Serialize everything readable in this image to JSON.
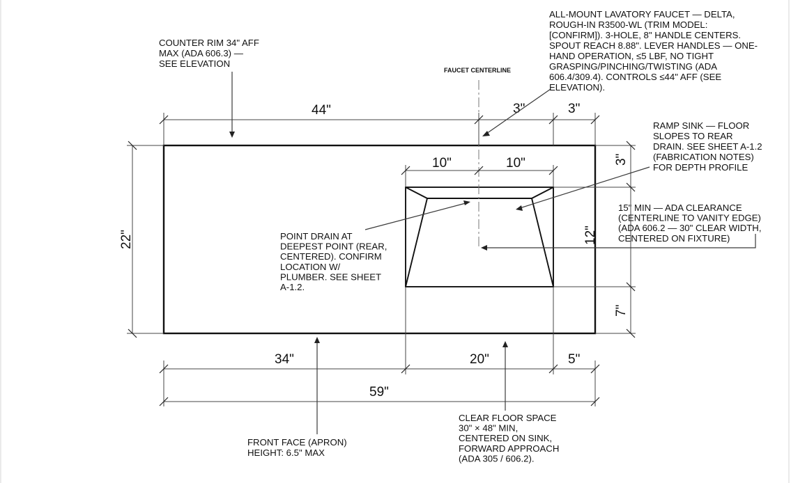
{
  "centerline_label": "FAUCET CENTERLINE",
  "dimensions": {
    "top_main": "44\"",
    "top_mid": "3\"",
    "top_right": "3\"",
    "sink_left": "10\"",
    "sink_right": "10\"",
    "overall_depth": "22\"",
    "right_top": "3\"",
    "right_mid": "12\"",
    "right_bottom": "7\"",
    "bottom_left": "34\"",
    "bottom_mid": "20\"",
    "bottom_right": "5\"",
    "overall_width": "59\""
  },
  "notes": {
    "counter_rim": [
      "COUNTER RIM 34\" AFF",
      "MAX (ADA 606.3) —",
      "SEE ELEVATION"
    ],
    "faucet": [
      "ALL-MOUNT LAVATORY FAUCET — DELTA,",
      "ROUGH-IN R3500-WL (TRIM MODEL:",
      "[CONFIRM]). 3-HOLE, 8\" HANDLE CENTERS.",
      "SPOUT REACH 8.88\". LEVER HANDLES — ONE-",
      "HAND OPERATION, ≤5 LBF, NO TIGHT",
      "GRASPING/PINCHING/TWISTING (ADA",
      "606.4/309.4). CONTROLS ≤44\" AFF (SEE",
      "ELEVATION)."
    ],
    "ramp_sink": [
      "RAMP SINK — FLOOR",
      "SLOPES TO REAR",
      "DRAIN. SEE SHEET A-1.2",
      "(FABRICATION NOTES)",
      "FOR DEPTH PROFILE"
    ],
    "clearance": [
      "15\" MIN — ADA CLEARANCE",
      "(CENTERLINE TO VANITY EDGE)",
      "(ADA 606.2 — 30\" CLEAR WIDTH,",
      "CENTERED ON FIXTURE)"
    ],
    "point_drain": [
      "POINT DRAIN AT",
      "DEEPEST POINT (REAR,",
      "CENTERED). CONFIRM",
      "LOCATION W/",
      "PLUMBER. SEE SHEET",
      "A-1.2."
    ],
    "front_face": [
      "FRONT FACE (APRON)",
      "HEIGHT: 6.5\" MAX"
    ],
    "clear_floor": [
      "CLEAR FLOOR SPACE",
      "30\" × 48\" MIN,",
      "CENTERED ON SINK,",
      "FORWARD APPROACH",
      "(ADA 305 / 606.2)."
    ]
  }
}
